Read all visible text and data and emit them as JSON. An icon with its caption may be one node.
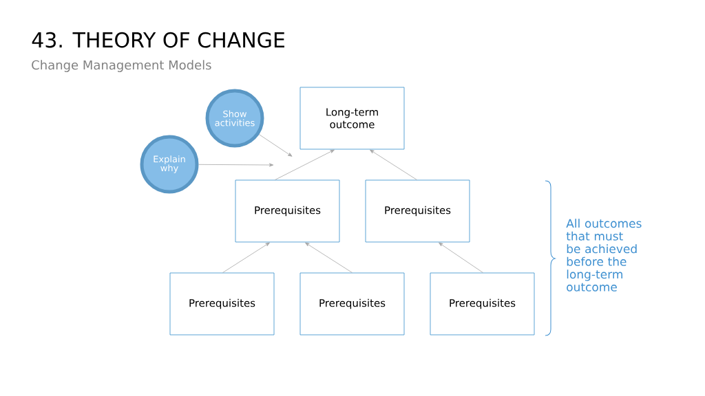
{
  "diagram": {
    "title": "43. THEORY OF CHANGE",
    "caption": "Change Management Models",
    "nodes": [
      {
        "text": [
          "Show activities"
        ]
      },
      {
        "text": [
          "Explain why"
        ]
      },
      {
        "text": [
          "Long-term outcome"
        ]
      },
      {
        "text": [
          "Prerequisites"
        ]
      },
      {
        "text": [
          "Prerequisites"
        ]
      },
      {
        "text": [
          "Prerequisites"
        ]
      },
      {
        "text": [
          "Prerequisites"
        ]
      },
      {
        "text": [
          "Prerequisites"
        ]
      }
    ],
    "edges": [
      {
        "from": 0,
        "to": null,
        "arrow": "to"
      },
      {
        "from": 1,
        "to": null,
        "arrow": "to"
      },
      {
        "from": 3,
        "to": 2,
        "arrow": "to"
      },
      {
        "from": 4,
        "to": 2,
        "arrow": "to"
      },
      {
        "from": 5,
        "to": 3,
        "arrow": "to"
      },
      {
        "from": 6,
        "to": 3,
        "arrow": "to"
      },
      {
        "from": 7,
        "to": 4,
        "arrow": "to"
      }
    ],
    "labels": [
      "All outcomes that must be achieved before the long-term outcome"
    ]
  }
}
